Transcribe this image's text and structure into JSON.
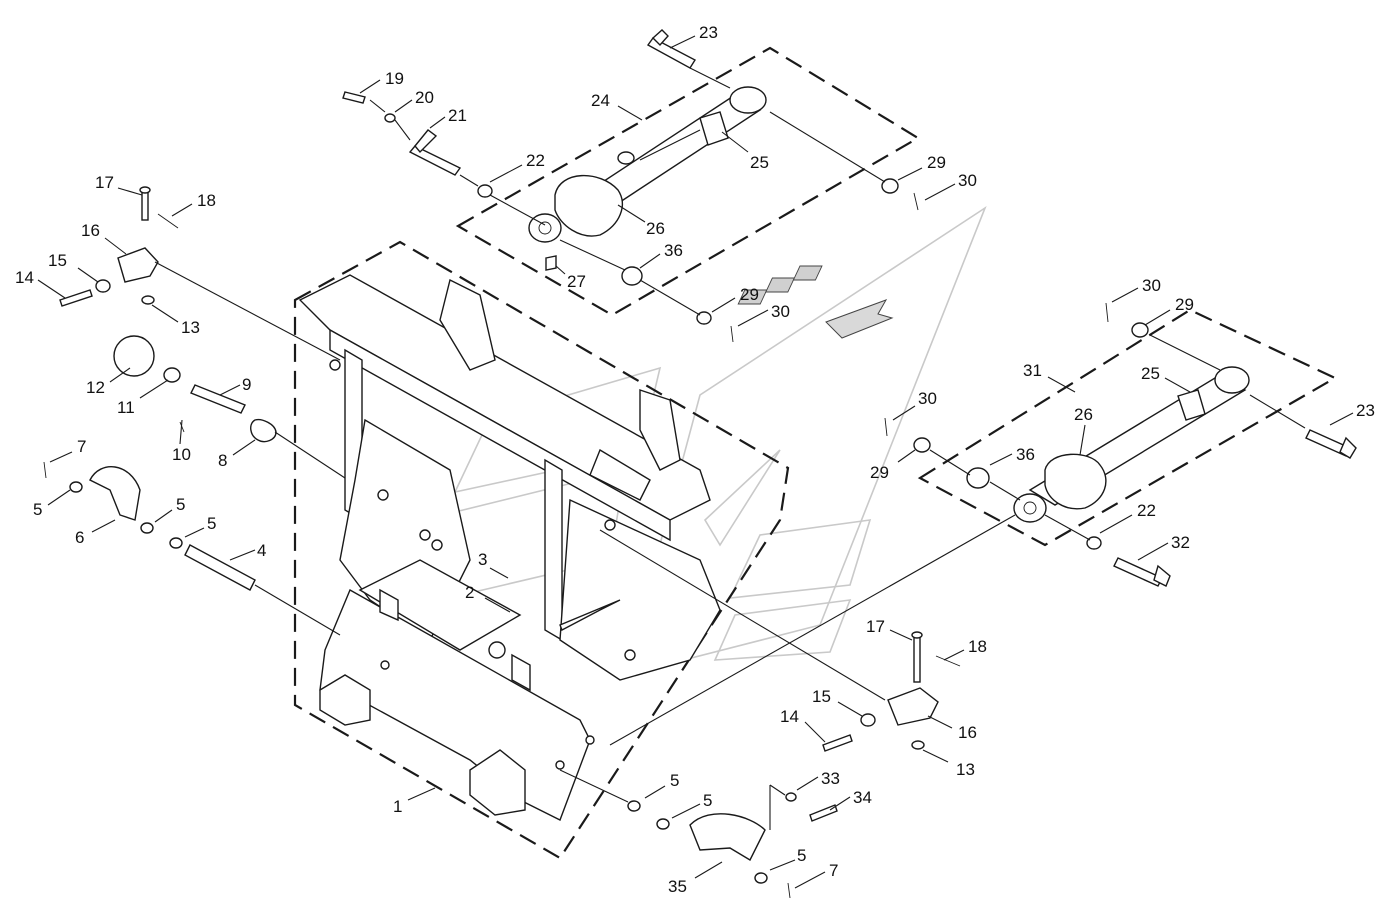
{
  "diagram": {
    "callouts": [
      {
        "id": "c1",
        "text": "1"
      },
      {
        "id": "c2",
        "text": "2"
      },
      {
        "id": "c3",
        "text": "3"
      },
      {
        "id": "c4",
        "text": "4"
      },
      {
        "id": "c5a",
        "text": "5"
      },
      {
        "id": "c5b",
        "text": "5"
      },
      {
        "id": "c5c",
        "text": "5"
      },
      {
        "id": "c5d",
        "text": "5"
      },
      {
        "id": "c5e",
        "text": "5"
      },
      {
        "id": "c5f",
        "text": "5"
      },
      {
        "id": "c6",
        "text": "6"
      },
      {
        "id": "c7a",
        "text": "7"
      },
      {
        "id": "c7b",
        "text": "7"
      },
      {
        "id": "c8",
        "text": "8"
      },
      {
        "id": "c9",
        "text": "9"
      },
      {
        "id": "c10",
        "text": "10"
      },
      {
        "id": "c11",
        "text": "11"
      },
      {
        "id": "c12",
        "text": "12"
      },
      {
        "id": "c13a",
        "text": "13"
      },
      {
        "id": "c13b",
        "text": "13"
      },
      {
        "id": "c14a",
        "text": "14"
      },
      {
        "id": "c14b",
        "text": "14"
      },
      {
        "id": "c15a",
        "text": "15"
      },
      {
        "id": "c15b",
        "text": "15"
      },
      {
        "id": "c16a",
        "text": "16"
      },
      {
        "id": "c16b",
        "text": "16"
      },
      {
        "id": "c17a",
        "text": "17"
      },
      {
        "id": "c17b",
        "text": "17"
      },
      {
        "id": "c18a",
        "text": "18"
      },
      {
        "id": "c18b",
        "text": "18"
      },
      {
        "id": "c19",
        "text": "19"
      },
      {
        "id": "c20",
        "text": "20"
      },
      {
        "id": "c21",
        "text": "21"
      },
      {
        "id": "c22a",
        "text": "22"
      },
      {
        "id": "c22b",
        "text": "22"
      },
      {
        "id": "c23a",
        "text": "23"
      },
      {
        "id": "c23b",
        "text": "23"
      },
      {
        "id": "c24",
        "text": "24"
      },
      {
        "id": "c25a",
        "text": "25"
      },
      {
        "id": "c25b",
        "text": "25"
      },
      {
        "id": "c26a",
        "text": "26"
      },
      {
        "id": "c26b",
        "text": "26"
      },
      {
        "id": "c27",
        "text": "27"
      },
      {
        "id": "c29a",
        "text": "29"
      },
      {
        "id": "c29b",
        "text": "29"
      },
      {
        "id": "c29c",
        "text": "29"
      },
      {
        "id": "c29d",
        "text": "29"
      },
      {
        "id": "c30a",
        "text": "30"
      },
      {
        "id": "c30b",
        "text": "30"
      },
      {
        "id": "c30c",
        "text": "30"
      },
      {
        "id": "c30d",
        "text": "30"
      },
      {
        "id": "c31",
        "text": "31"
      },
      {
        "id": "c32",
        "text": "32"
      },
      {
        "id": "c33",
        "text": "33"
      },
      {
        "id": "c34",
        "text": "34"
      },
      {
        "id": "c35",
        "text": "35"
      },
      {
        "id": "c36a",
        "text": "36"
      },
      {
        "id": "c36b",
        "text": "36"
      }
    ]
  }
}
